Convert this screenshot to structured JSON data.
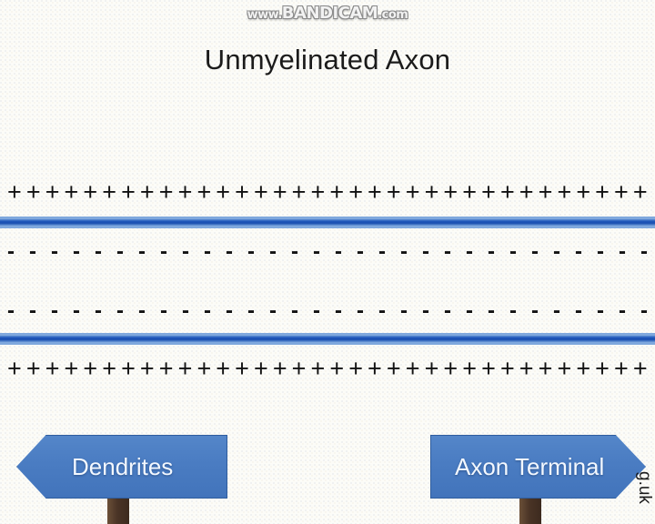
{
  "watermark": {
    "prefix": "www.",
    "brand": "BANDICAM",
    "suffix": ".com"
  },
  "title": "Unmyelinated Axon",
  "diagram": {
    "outer_charge_symbol": "+",
    "inner_charge_symbol": "-",
    "plus_count_top": 34,
    "minus_count_top": 30,
    "minus_count_bottom": 30,
    "plus_count_bottom": 34,
    "membrane_color": "#1c54b8",
    "membrane_edge_color": "#7fa8dd"
  },
  "signs": [
    {
      "label": "Dendrites",
      "direction": "left",
      "board_color": "#4a7cc2",
      "post_color": "#4a3426",
      "text_color": "#f3f8ff"
    },
    {
      "label": "Axon Terminal",
      "direction": "right",
      "board_color": "#4a7cc2",
      "post_color": "#4a3426",
      "text_color": "#f3f8ff"
    }
  ],
  "edge_text": "g.uk"
}
